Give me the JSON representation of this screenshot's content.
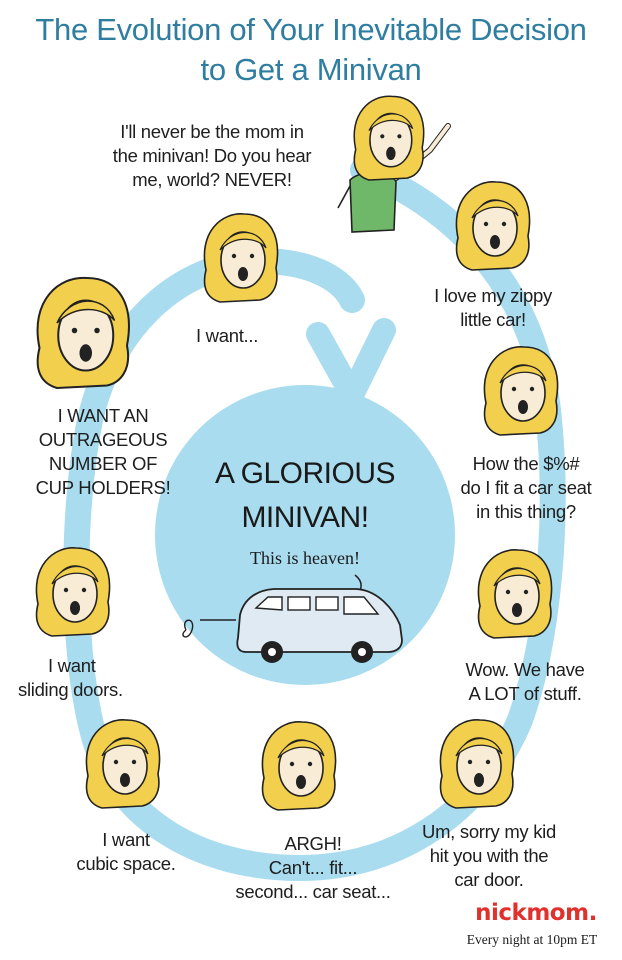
{
  "title": {
    "line1": "The Evolution of Your Inevitable Decision",
    "line2": "to Get a Minivan"
  },
  "center": {
    "headline_line1": "A GLORIOUS",
    "headline_line2": "MINIVAN!",
    "speech": "This is heaven!"
  },
  "captions": {
    "never": [
      "I'll never be the mom in",
      "the minivan! Do you hear",
      "me, world? NEVER!"
    ],
    "zippy": [
      "I love my zippy",
      "little car!"
    ],
    "car_seat": [
      "How the $%#",
      "do I fit a car seat",
      "in this thing?"
    ],
    "stuff": [
      "Wow. We have",
      "A LOT of stuff."
    ],
    "car_door": [
      "Um, sorry my kid",
      "hit you with the",
      "car door."
    ],
    "argh": [
      "ARGH!",
      "Can't... fit...",
      "second... car seat..."
    ],
    "cubic": [
      "I want",
      "cubic space."
    ],
    "sliding": [
      "I want",
      "sliding doors."
    ],
    "cup_holders": [
      "I WANT AN",
      "OUTRAGEOUS",
      "NUMBER OF",
      "CUP HOLDERS!"
    ],
    "want": [
      "I want..."
    ]
  },
  "branding": {
    "logo": "nickmom.",
    "tagline": "Every night at 10pm ET"
  },
  "colors": {
    "title": "#2f7ea1",
    "loop": "#a9dcef",
    "hair": "#f2cf4c",
    "skin": "#f8ecd6",
    "shirt": "#6fb86a",
    "logo": "#e0312d",
    "van": "#dfeaf2"
  }
}
